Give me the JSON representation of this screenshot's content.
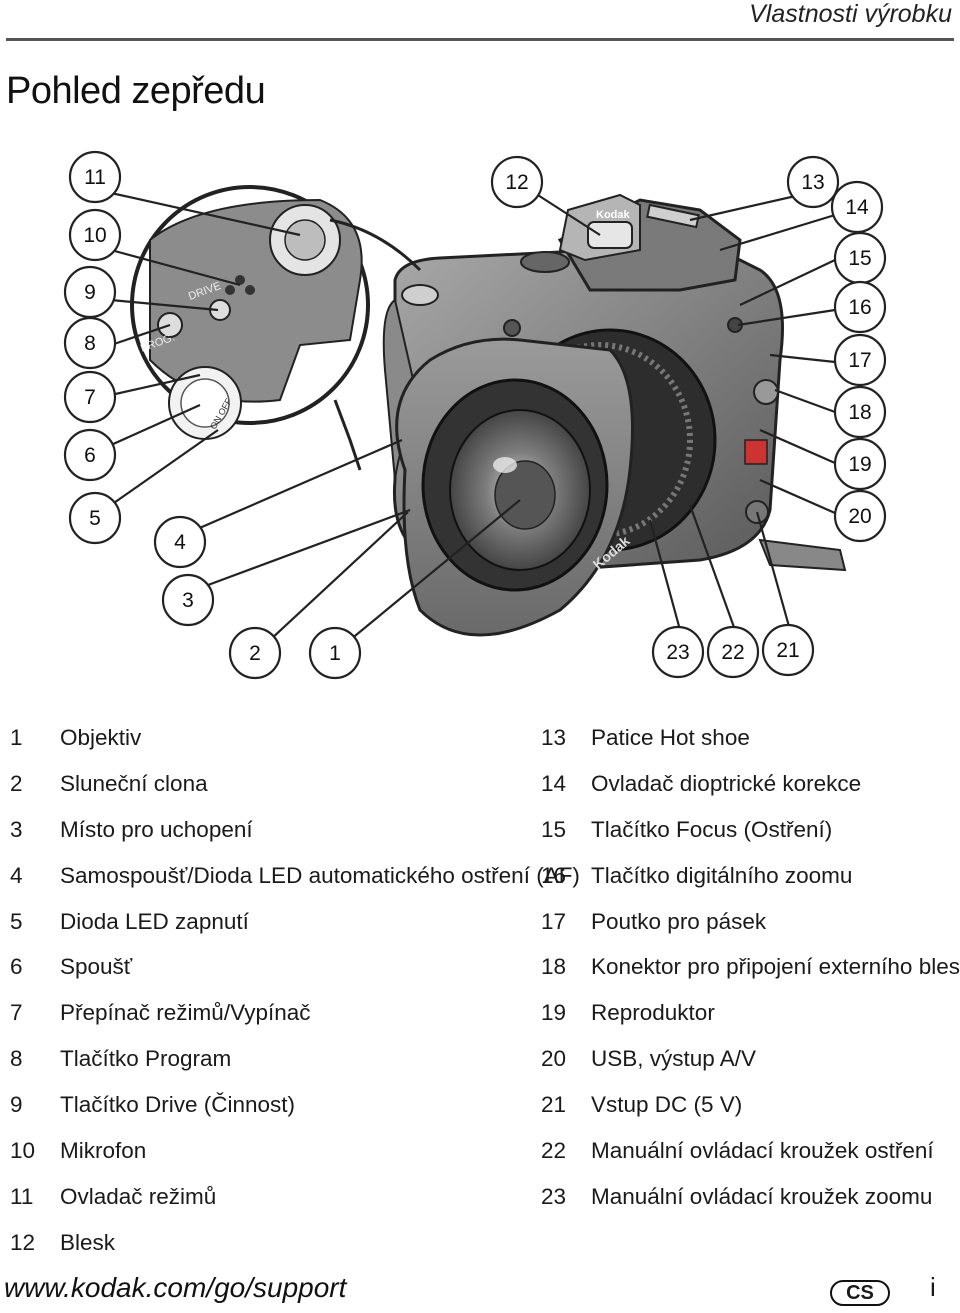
{
  "header": {
    "title": "Vlastnosti výrobku"
  },
  "section": {
    "title": "Pohled zepředu"
  },
  "figure": {
    "callouts": [
      "1",
      "2",
      "3",
      "4",
      "5",
      "6",
      "7",
      "8",
      "9",
      "10",
      "11",
      "12",
      "13",
      "14",
      "15",
      "16",
      "17",
      "18",
      "19",
      "20",
      "21",
      "22",
      "23"
    ],
    "camera_brand": "Kodak",
    "dial_labels": {
      "drive": "DRIVE",
      "prog": "PROG.",
      "switch": "ON OFF"
    }
  },
  "legend": {
    "left": [
      {
        "num": "1",
        "label": "Objektiv"
      },
      {
        "num": "2",
        "label": "Sluneční clona"
      },
      {
        "num": "3",
        "label": "Místo pro uchopení"
      },
      {
        "num": "4",
        "label": "Samospoušť/Dioda LED automatického ostření (AF)"
      },
      {
        "num": "5",
        "label": "Dioda LED zapnutí"
      },
      {
        "num": "6",
        "label": "Spoušť"
      },
      {
        "num": "7",
        "label": "Přepínač režimů/Vypínač"
      },
      {
        "num": "8",
        "label": "Tlačítko Program"
      },
      {
        "num": "9",
        "label": "Tlačítko Drive (Činnost)"
      },
      {
        "num": "10",
        "label": "Mikrofon"
      },
      {
        "num": "11",
        "label": "Ovladač režimů"
      },
      {
        "num": "12",
        "label": "Blesk"
      }
    ],
    "right": [
      {
        "num": "13",
        "label": "Patice Hot shoe"
      },
      {
        "num": "14",
        "label": "Ovladač dioptrické korekce"
      },
      {
        "num": "15",
        "label": "Tlačítko Focus (Ostření)"
      },
      {
        "num": "16",
        "label": "Tlačítko digitálního zoomu"
      },
      {
        "num": "17",
        "label": "Poutko pro pásek"
      },
      {
        "num": "18",
        "label": "Konektor pro připojení externího blesku"
      },
      {
        "num": "19",
        "label": "Reproduktor"
      },
      {
        "num": "20",
        "label": "USB, výstup A/V"
      },
      {
        "num": "21",
        "label": "Vstup DC (5 V)"
      },
      {
        "num": "22",
        "label": "Manuální ovládací kroužek ostření"
      },
      {
        "num": "23",
        "label": "Manuální ovládací kroužek zoomu"
      }
    ]
  },
  "footer": {
    "url": "www.kodak.com/go/support",
    "language_badge": "CS",
    "page_number": "i"
  }
}
